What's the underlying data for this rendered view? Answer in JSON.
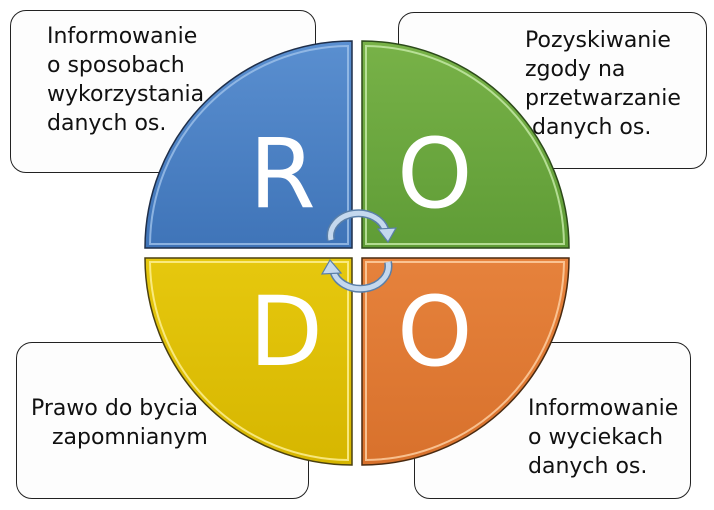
{
  "diagram": {
    "title": "RODO",
    "center_icon": "cycle-arrows-icon",
    "quadrants": [
      {
        "position": "top-left",
        "letter": "R",
        "color": "#4a7fc1",
        "label": "Informowanie\no sposobach\nwykorzystania\ndanych os."
      },
      {
        "position": "top-right",
        "letter": "O",
        "color": "#6aa63e",
        "label": "Pozyskiwanie\nzgody na\nprzetwarzanie\n danych os."
      },
      {
        "position": "bottom-left",
        "letter": "D",
        "color": "#dcbd06",
        "label": "Prawo do bycia\n   zapomnianym"
      },
      {
        "position": "bottom-right",
        "letter": "O",
        "color": "#df7a34",
        "label": "Informowanie\no wyciekach\ndanych os."
      }
    ]
  }
}
